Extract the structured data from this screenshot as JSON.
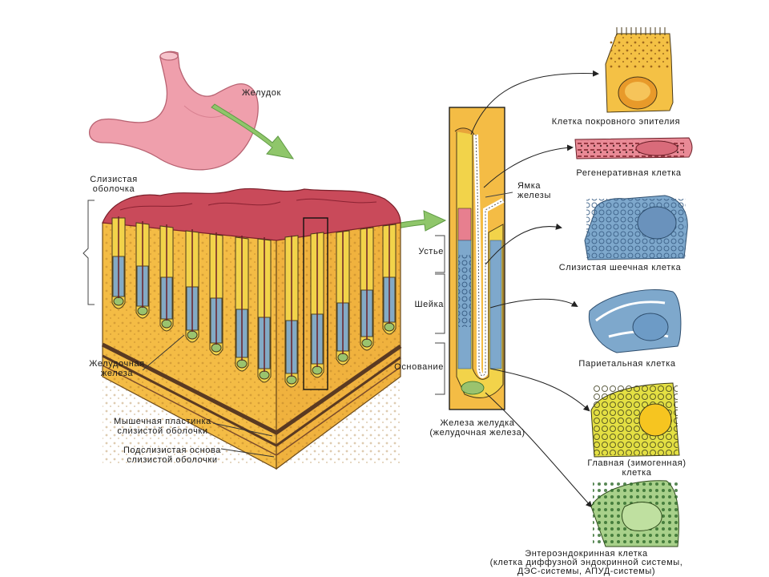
{
  "labels": {
    "stomach": "Желудок",
    "mucosa": [
      "Слизистая",
      "оболочка"
    ],
    "gastric_gland_left": [
      "Желудочная",
      "железа"
    ],
    "muscularis": [
      "Мышечная пластинка",
      "слизистой оболочки"
    ],
    "submucosa": [
      "Подслизистая основа",
      "слизистой оболочки"
    ],
    "isthmus": "Устье",
    "neck": "Шейка",
    "base": "Основание",
    "pit": [
      "Ямка",
      "железы"
    ],
    "gland_caption": [
      "Железа желудка",
      "(желудочная железа)"
    ],
    "cells": {
      "surface": "Клетка покровного эпителия",
      "regenerative": "Регенеративная клетка",
      "mucous_neck": "Слизистая шеечная клетка",
      "parietal": "Париетальная клетка",
      "chief": [
        "Главная (зимогенная)",
        "клетка"
      ],
      "entero": [
        "Энтероэндокринная клетка",
        "(клетка диффузной эндокринной системы,",
        "ДЭС-системы, АПУД-системы)"
      ]
    }
  },
  "colors": {
    "stomach": "#ef9fac",
    "mucosa_top": "#c94a5a",
    "tissue": "#f4bc45",
    "epithelium_yellow": "#f2d34a",
    "cell_blue": "#7ea8cc",
    "cell_green": "#9ac36e",
    "arrow_green": "#8fc66a",
    "muscle_dark": "#5a3a22"
  }
}
